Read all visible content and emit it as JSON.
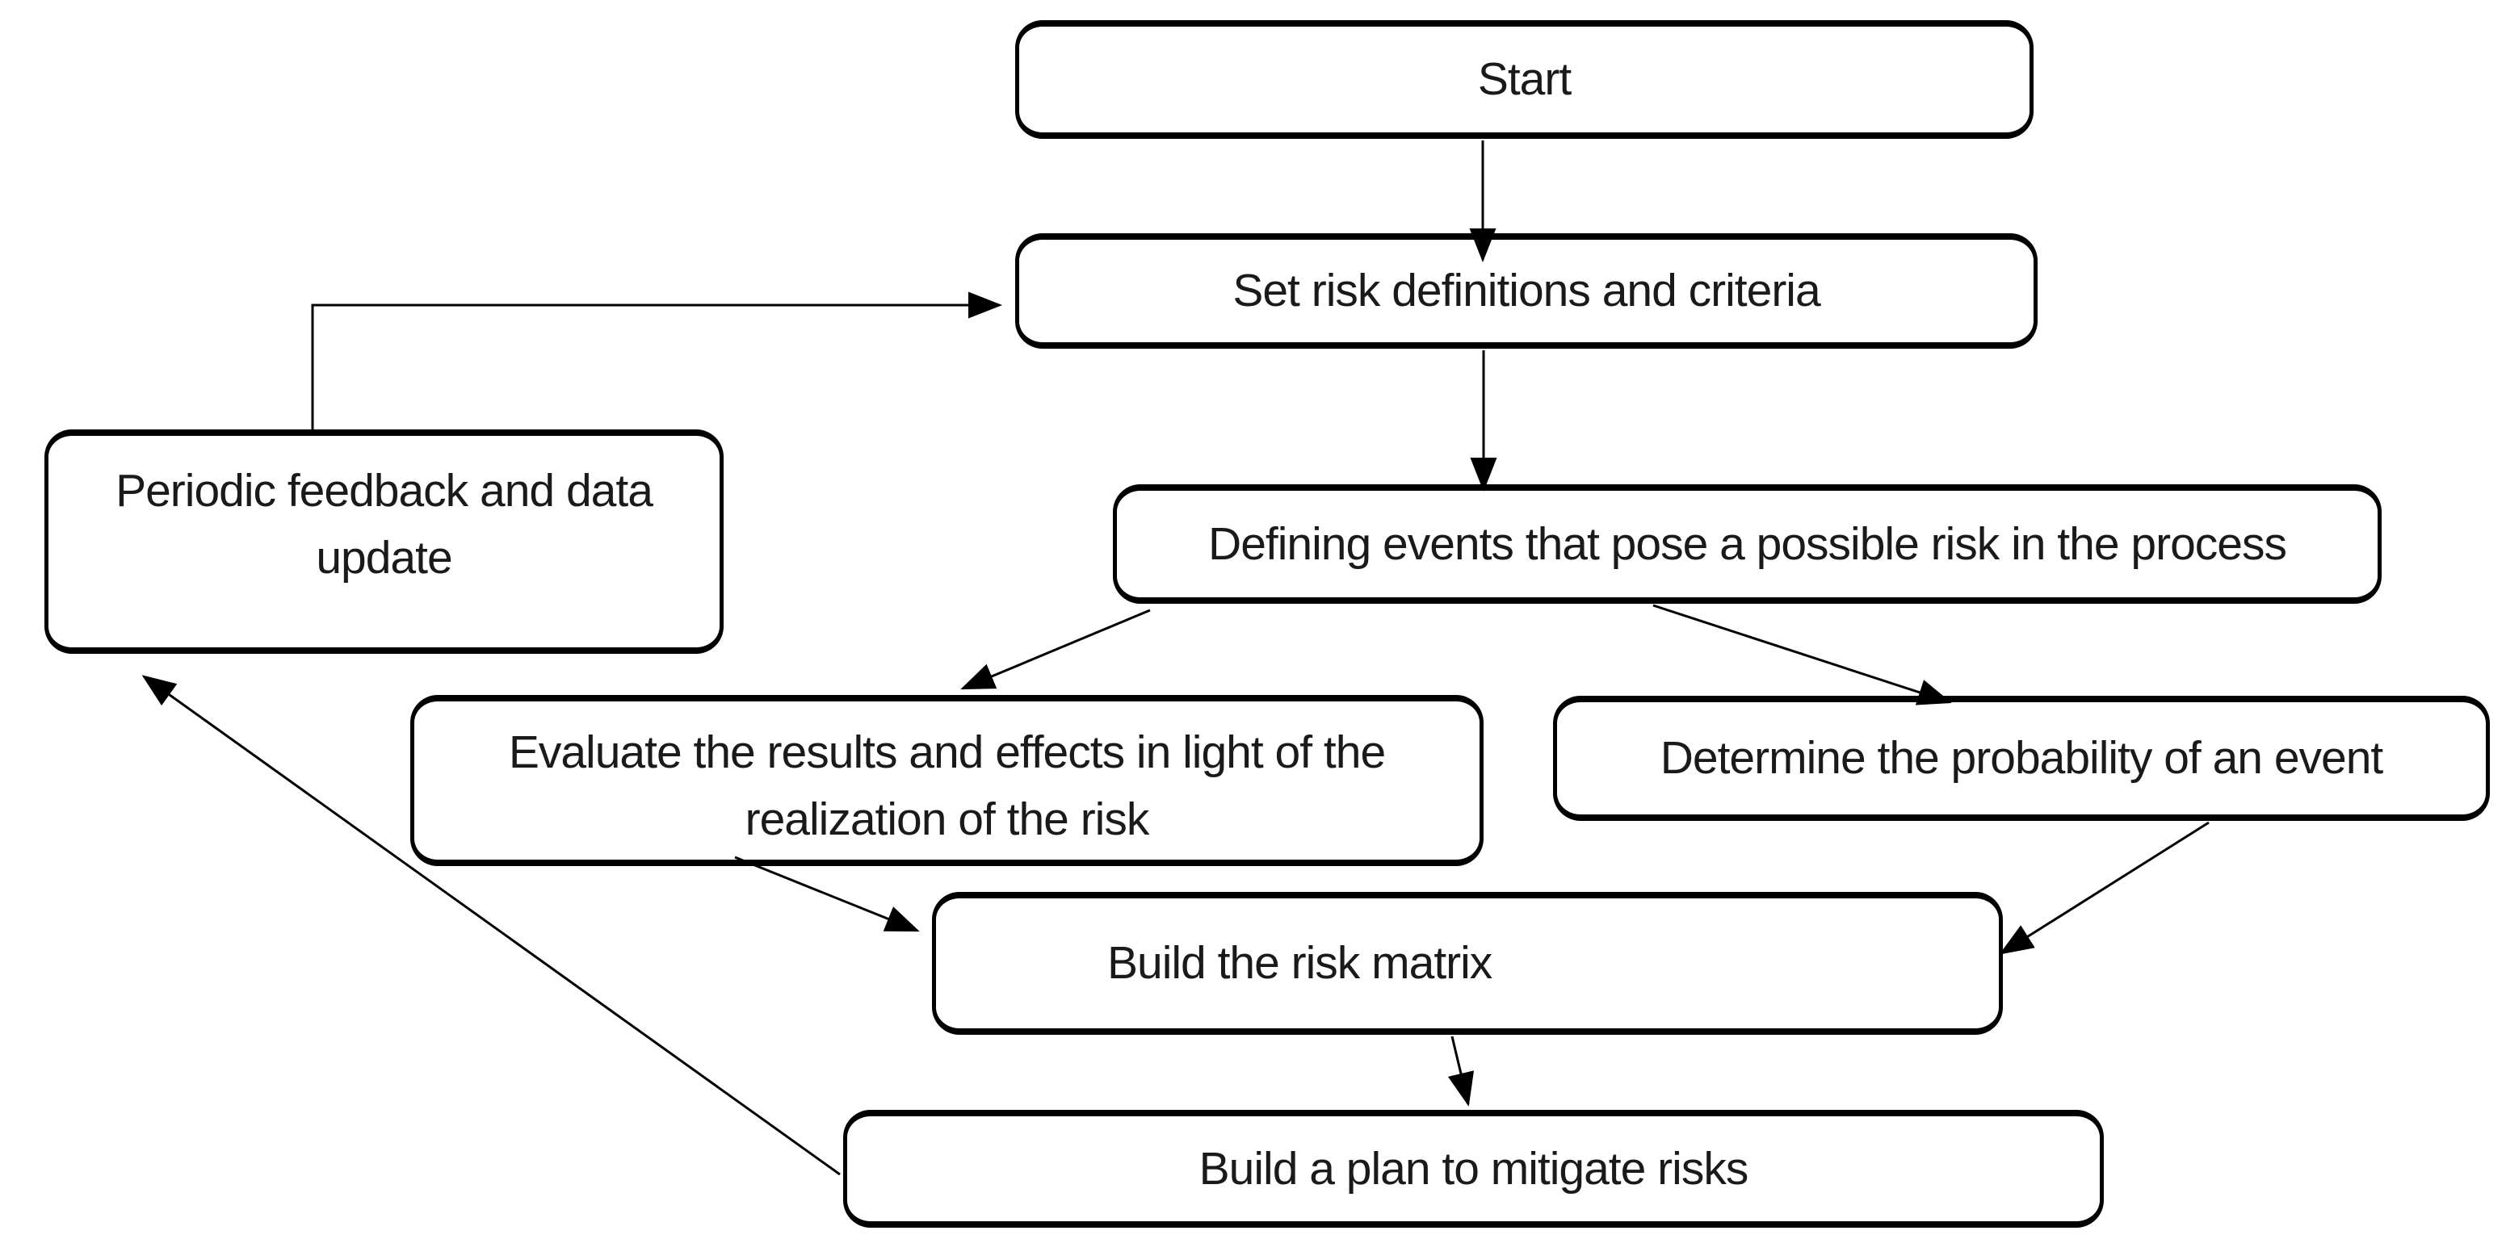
{
  "diagram": {
    "description": "Risk management process flowchart",
    "colors": {
      "background": "#ffffff",
      "box_fill": "#ffffff",
      "box_border": "#000000",
      "text": "#1a1a1a",
      "arrow": "#000000"
    },
    "nodes": {
      "start": {
        "label": "Start"
      },
      "set_risk": {
        "label": "Set risk definitions and criteria"
      },
      "defining": {
        "label": "Defining events that pose a possible risk in the process"
      },
      "periodic": {
        "label": "Periodic feedback and data\nupdate"
      },
      "evaluate": {
        "label": "Evaluate the results and effects in light of the\nrealization of the risk"
      },
      "determine": {
        "label": "Determine the probability of an event"
      },
      "matrix": {
        "label": "Build the risk matrix"
      },
      "plan": {
        "label": "Build a plan to mitigate risks"
      }
    },
    "edges": [
      {
        "from": "start",
        "to": "set_risk"
      },
      {
        "from": "set_risk",
        "to": "defining"
      },
      {
        "from": "defining",
        "to": "evaluate"
      },
      {
        "from": "defining",
        "to": "determine"
      },
      {
        "from": "evaluate",
        "to": "matrix"
      },
      {
        "from": "determine",
        "to": "matrix"
      },
      {
        "from": "matrix",
        "to": "plan"
      },
      {
        "from": "plan",
        "to": "periodic"
      },
      {
        "from": "periodic",
        "to": "set_risk"
      }
    ]
  }
}
